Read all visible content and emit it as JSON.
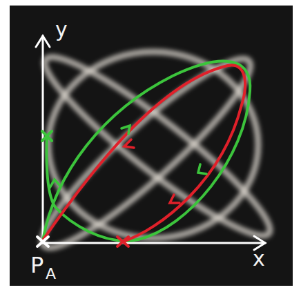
{
  "diagram": {
    "labels": [
      "y",
      "x",
      "P",
      "A"
    ]
  }
}
